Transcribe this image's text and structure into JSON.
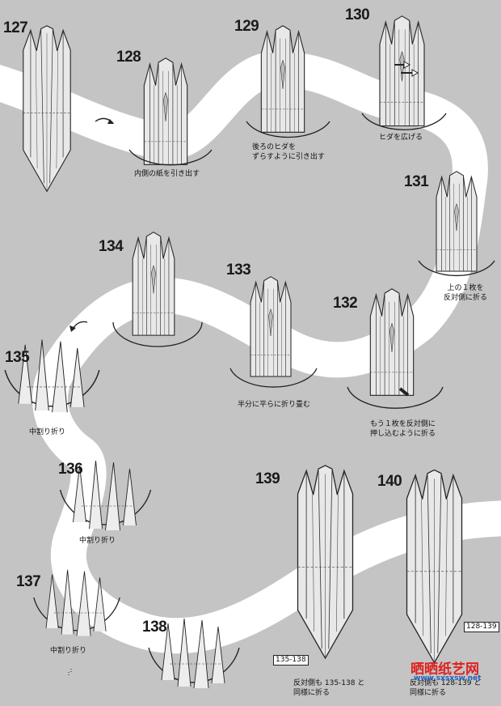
{
  "steps": [
    {
      "number": "127"
    },
    {
      "number": "128",
      "caption": [
        "内側の紙を引き出す"
      ]
    },
    {
      "number": "129",
      "caption": [
        "後ろのヒダを",
        "ずらすように引き出す"
      ]
    },
    {
      "number": "130",
      "caption": [
        "ヒダを広げる"
      ]
    },
    {
      "number": "131",
      "caption": [
        "上の１枚を",
        "反対側に折る"
      ]
    },
    {
      "number": "132",
      "caption": [
        "もう１枚を反対側に",
        "押し込むように折る"
      ]
    },
    {
      "number": "133",
      "caption": [
        "半分に平らに折り畳む"
      ]
    },
    {
      "number": "134"
    },
    {
      "number": "135",
      "caption": [
        "中割り折り"
      ]
    },
    {
      "number": "136",
      "caption": [
        "中割り折り"
      ]
    },
    {
      "number": "137",
      "caption": [
        "中割り折り"
      ]
    },
    {
      "number": "138"
    },
    {
      "number": "139",
      "caption": [
        "反対側も 135-138 と",
        "同様に折る"
      ],
      "ref": "135-138"
    },
    {
      "number": "140",
      "caption": [
        "反対側も 128-139 と",
        "同様に折る"
      ],
      "ref": "128-139"
    }
  ],
  "watermark": {
    "brand": "晒晒纸艺网",
    "url": "www.sxsxsw.net",
    "colors": {
      "red": "#e02020",
      "blue": "#1f5fbf",
      "green": "#2a9a3a"
    }
  }
}
